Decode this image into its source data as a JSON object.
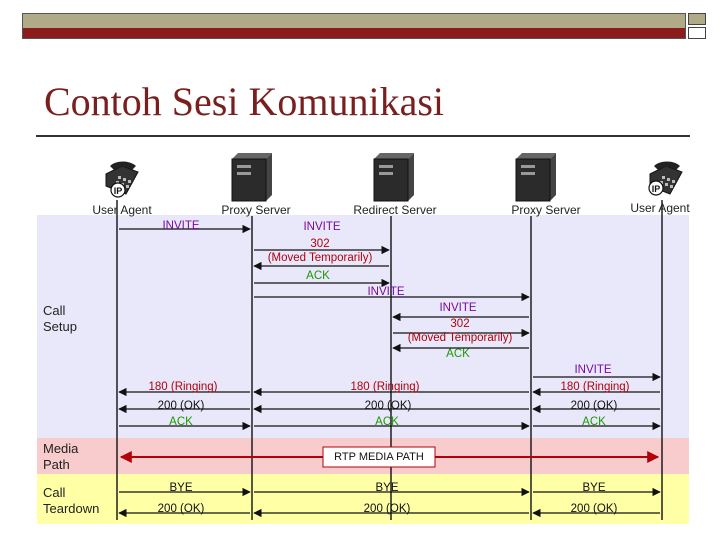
{
  "slide": {
    "title": "Contoh Sesi Komunikasi"
  },
  "actors": [
    {
      "label": "User Agent",
      "icon": "ip-phone-icon"
    },
    {
      "label": "Proxy Server",
      "icon": "server-icon"
    },
    {
      "label": "Redirect Server",
      "icon": "server-icon"
    },
    {
      "label": "Proxy Server",
      "icon": "server-icon"
    },
    {
      "label": "User Agent",
      "icon": "ip-phone-icon"
    }
  ],
  "icon_text": {
    "ip": "IP"
  },
  "phases": {
    "setup": "Call\nSetup",
    "media": "Media\nPath",
    "teardown": "Call\nTeardown"
  },
  "messages": {
    "invite_1": "INVITE",
    "invite_2": "INVITE",
    "moved_1": "302\n(Moved Temporarily)",
    "ack_1": "ACK",
    "invite_3": "INVITE",
    "invite_4": "INVITE",
    "moved_2": "302\n(Moved Temporarily)",
    "ack_2": "ACK",
    "invite_5": "INVITE",
    "ringing_1": "180 (Ringing)",
    "ringing_2": "180 (Ringing)",
    "ringing_3": "180 (Ringing)",
    "ok_1": "200 (OK)",
    "ok_2": "200 (OK)",
    "ok_3": "200 (OK)",
    "ack_3": "ACK",
    "ack_4": "ACK",
    "ack_5": "ACK",
    "rtp": "RTP MEDIA PATH",
    "bye_1": "BYE",
    "bye_2": "BYE",
    "bye_3": "BYE",
    "bye_ok_1": "200 (OK)",
    "bye_ok_2": "200 (OK)",
    "bye_ok_3": "200 (OK)"
  },
  "colors": {
    "title": "#7a1f1f",
    "setup_band": "#e8e8fa",
    "media_band": "#f8cccc",
    "teardown_band": "#ffffa6",
    "invite": "#7a0aa0",
    "redirect": "#b3000b",
    "ack": "#1d9900",
    "rtp_arrow": "#b3000b"
  }
}
